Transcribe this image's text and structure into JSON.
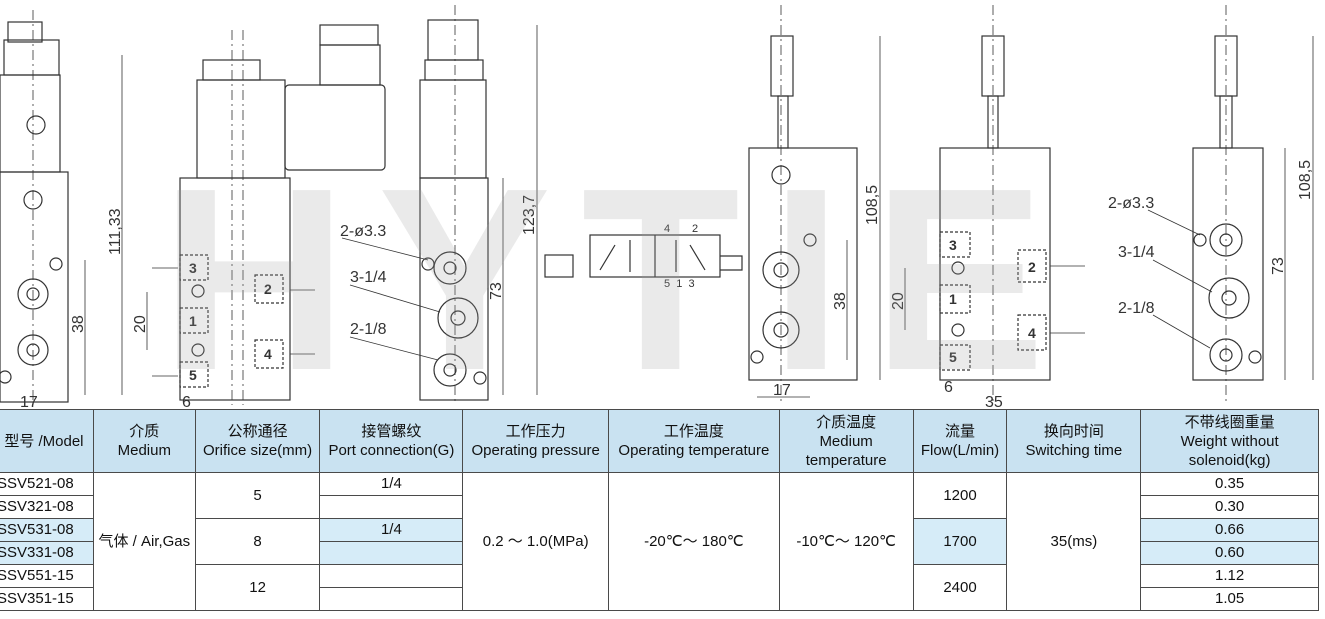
{
  "drawing": {
    "dims": {
      "d111": "111,33",
      "d123": "123,7",
      "d38a": "38",
      "d20a": "20",
      "d17a": "17",
      "d6a": "6",
      "d73a": "73",
      "d38b": "38",
      "d17b": "17",
      "d108a": "108,5",
      "d20b": "20",
      "d6b": "6",
      "d35": "35",
      "d108b": "108,5",
      "d73b": "73"
    },
    "callouts": {
      "hole_a": "2-ø3.3",
      "port_a": "3-1/4",
      "port_b": "2-1/8",
      "hole_b": "2-ø3.3",
      "port_c": "3-1/4",
      "port_d": "2-1/8"
    },
    "port_labels": {
      "p3": "3",
      "p1": "1",
      "p5": "5",
      "p2": "2",
      "p4": "4",
      "q3": "3",
      "q1": "1",
      "q5": "5",
      "q2": "2",
      "q4": "4"
    },
    "symbol": {
      "top_left": "4",
      "top_right": "2",
      "bottom": "5  1  3"
    },
    "watermark": "HYTIE"
  },
  "table": {
    "headers": {
      "model": "型号 /Model",
      "medium_cn": "介质",
      "medium_en": "Medium",
      "orifice_cn": "公称通径",
      "orifice_en": "Orifice size(mm)",
      "port_cn": "接管螺纹",
      "port_en": "Port connection(G)",
      "pressure_cn": "工作压力",
      "pressure_en": "Operating pressure",
      "temp_cn": "工作温度",
      "temp_en": "Operating temperature",
      "mtemp_cn": "介质温度",
      "mtemp_en1": "Medium",
      "mtemp_en2": "temperature",
      "flow_cn": "流量",
      "flow_en": "Flow(L/min)",
      "switch_cn": "换向时间",
      "switch_en": "Switching time",
      "weight_cn": "不带线圈重量",
      "weight_en1": "Weight without",
      "weight_en2": "solenoid(kg)"
    },
    "models": [
      "SSV521-08",
      "SSV321-08",
      "SSV531-08",
      "SSV331-08",
      "SSV551-15",
      "SSV351-15"
    ],
    "medium": "气体 / Air,Gas",
    "orifice": [
      "5",
      "8",
      "12"
    ],
    "port_conn": [
      "1/4",
      "",
      "1/4",
      "",
      "",
      ""
    ],
    "pressure": "0.2 ～ 1.0(MPa)",
    "op_temp": "-20℃～ 180℃",
    "medium_temp": "-10℃～ 120℃",
    "flow": [
      "1200",
      "1700",
      "2400"
    ],
    "switching": "35(ms)",
    "weights": [
      "0.35",
      "0.30",
      "0.66",
      "0.60",
      "1.12",
      "1.05"
    ]
  }
}
